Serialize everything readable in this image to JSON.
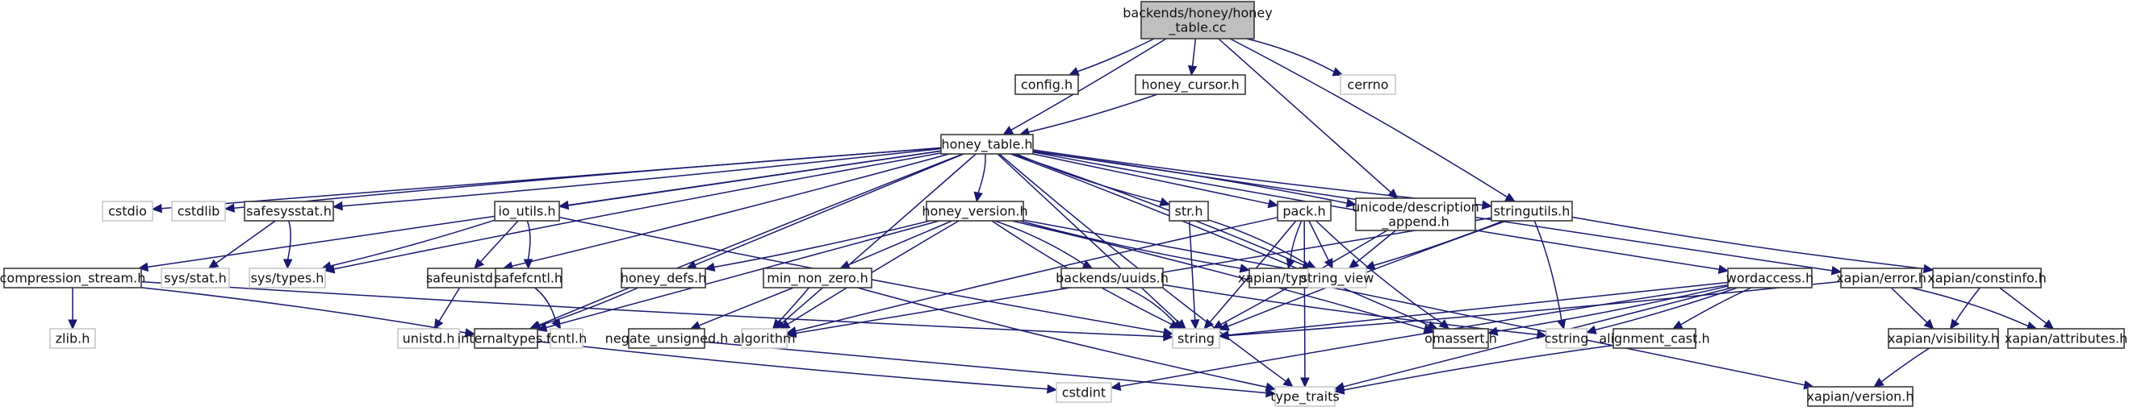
{
  "title": "backends/honey/honey_table.cc",
  "colors": {
    "edge": "#191970",
    "local_border": "#3a3a3a",
    "system_border": "#c8c8c8",
    "root_fill": "#bfbfbf"
  },
  "nodes": [
    {
      "id": "root",
      "label": [
        "backends/honey/honey",
        "_table.cc"
      ],
      "kind": "root"
    },
    {
      "id": "config",
      "label": [
        "config.h"
      ],
      "kind": "local"
    },
    {
      "id": "honey_cursor",
      "label": [
        "honey_cursor.h"
      ],
      "kind": "local"
    },
    {
      "id": "cerrno",
      "label": [
        "cerrno"
      ],
      "kind": "system"
    },
    {
      "id": "honey_table",
      "label": [
        "honey_table.h"
      ],
      "kind": "local"
    },
    {
      "id": "cstdio",
      "label": [
        "cstdio"
      ],
      "kind": "system"
    },
    {
      "id": "cstdlib",
      "label": [
        "cstdlib"
      ],
      "kind": "system"
    },
    {
      "id": "safesysstat",
      "label": [
        "safesysstat.h"
      ],
      "kind": "local"
    },
    {
      "id": "io_utils",
      "label": [
        "io_utils.h"
      ],
      "kind": "local"
    },
    {
      "id": "honey_version",
      "label": [
        "honey_version.h"
      ],
      "kind": "local"
    },
    {
      "id": "str",
      "label": [
        "str.h"
      ],
      "kind": "local"
    },
    {
      "id": "pack",
      "label": [
        "pack.h"
      ],
      "kind": "local"
    },
    {
      "id": "unicode_desc",
      "label": [
        "unicode/description",
        "_append.h"
      ],
      "kind": "local"
    },
    {
      "id": "stringutils",
      "label": [
        "stringutils.h"
      ],
      "kind": "local"
    },
    {
      "id": "compression_stream",
      "label": [
        "compression_stream.h"
      ],
      "kind": "local"
    },
    {
      "id": "sys_stat",
      "label": [
        "sys/stat.h"
      ],
      "kind": "system"
    },
    {
      "id": "sys_types",
      "label": [
        "sys/types.h"
      ],
      "kind": "system"
    },
    {
      "id": "safeunistd",
      "label": [
        "safeunistd.h"
      ],
      "kind": "local"
    },
    {
      "id": "safefcntl",
      "label": [
        "safefcntl.h"
      ],
      "kind": "local"
    },
    {
      "id": "honey_defs",
      "label": [
        "honey_defs.h"
      ],
      "kind": "local"
    },
    {
      "id": "min_non_zero",
      "label": [
        "min_non_zero.h"
      ],
      "kind": "local"
    },
    {
      "id": "backends_uuids",
      "label": [
        "backends/uuids.h"
      ],
      "kind": "local"
    },
    {
      "id": "xapian_types",
      "label": [
        "xapian/types.h"
      ],
      "kind": "local"
    },
    {
      "id": "string_view",
      "label": [
        "string_view"
      ],
      "kind": "system"
    },
    {
      "id": "wordaccess",
      "label": [
        "wordaccess.h"
      ],
      "kind": "local"
    },
    {
      "id": "xapian_error",
      "label": [
        "xapian/error.h"
      ],
      "kind": "local"
    },
    {
      "id": "xapian_constinfo",
      "label": [
        "xapian/constinfo.h"
      ],
      "kind": "local"
    },
    {
      "id": "zlib",
      "label": [
        "zlib.h"
      ],
      "kind": "system"
    },
    {
      "id": "unistd",
      "label": [
        "unistd.h"
      ],
      "kind": "system"
    },
    {
      "id": "internaltypes",
      "label": [
        "internaltypes.h"
      ],
      "kind": "local"
    },
    {
      "id": "fcntl",
      "label": [
        "fcntl.h"
      ],
      "kind": "system"
    },
    {
      "id": "negate_unsigned",
      "label": [
        "negate_unsigned.h"
      ],
      "kind": "local"
    },
    {
      "id": "algorithm",
      "label": [
        "algorithm"
      ],
      "kind": "system"
    },
    {
      "id": "string",
      "label": [
        "string"
      ],
      "kind": "system"
    },
    {
      "id": "omassert",
      "label": [
        "omassert.h"
      ],
      "kind": "local"
    },
    {
      "id": "cstring",
      "label": [
        "cstring"
      ],
      "kind": "system"
    },
    {
      "id": "alignment_cast",
      "label": [
        "alignment_cast.h"
      ],
      "kind": "local"
    },
    {
      "id": "xapian_visibility",
      "label": [
        "xapian/visibility.h"
      ],
      "kind": "local"
    },
    {
      "id": "xapian_attributes",
      "label": [
        "xapian/attributes.h"
      ],
      "kind": "local"
    },
    {
      "id": "cstdint",
      "label": [
        "cstdint"
      ],
      "kind": "system"
    },
    {
      "id": "type_traits",
      "label": [
        "type_traits"
      ],
      "kind": "system"
    },
    {
      "id": "xapian_version",
      "label": [
        "xapian/version.h"
      ],
      "kind": "local"
    }
  ],
  "edges": [
    [
      "root",
      "config"
    ],
    [
      "root",
      "honey_cursor"
    ],
    [
      "root",
      "cerrno"
    ],
    [
      "root",
      "honey_table"
    ],
    [
      "root",
      "unicode_desc"
    ],
    [
      "root",
      "stringutils"
    ],
    [
      "honey_cursor",
      "honey_table"
    ],
    [
      "honey_table",
      "cstdio"
    ],
    [
      "honey_table",
      "cstdlib"
    ],
    [
      "honey_table",
      "safesysstat"
    ],
    [
      "honey_table",
      "io_utils"
    ],
    [
      "honey_table",
      "honey_version"
    ],
    [
      "honey_table",
      "str"
    ],
    [
      "honey_table",
      "pack"
    ],
    [
      "honey_table",
      "unicode_desc"
    ],
    [
      "honey_table",
      "stringutils"
    ],
    [
      "honey_table",
      "compression_stream"
    ],
    [
      "honey_table",
      "sys_types"
    ],
    [
      "honey_table",
      "safeunistd"
    ],
    [
      "honey_table",
      "honey_defs"
    ],
    [
      "honey_table",
      "string_view"
    ],
    [
      "honey_table",
      "wordaccess"
    ],
    [
      "honey_table",
      "xapian_error"
    ],
    [
      "honey_table",
      "internaltypes"
    ],
    [
      "honey_table",
      "algorithm"
    ],
    [
      "honey_table",
      "string"
    ],
    [
      "honey_table",
      "omassert"
    ],
    [
      "honey_table",
      "type_traits"
    ],
    [
      "safesysstat",
      "sys_stat"
    ],
    [
      "safesysstat",
      "sys_types"
    ],
    [
      "io_utils",
      "sys_types"
    ],
    [
      "io_utils",
      "safeunistd"
    ],
    [
      "io_utils",
      "safefcntl"
    ],
    [
      "io_utils",
      "string"
    ],
    [
      "compression_stream",
      "zlib"
    ],
    [
      "compression_stream",
      "internaltypes"
    ],
    [
      "compression_stream",
      "string"
    ],
    [
      "safeunistd",
      "unistd"
    ],
    [
      "safefcntl",
      "fcntl"
    ],
    [
      "honey_version",
      "honey_defs"
    ],
    [
      "honey_version",
      "min_non_zero"
    ],
    [
      "honey_version",
      "backends_uuids"
    ],
    [
      "honey_version",
      "xapian_types"
    ],
    [
      "honey_version",
      "internaltypes"
    ],
    [
      "honey_version",
      "algorithm"
    ],
    [
      "honey_version",
      "string"
    ],
    [
      "honey_version",
      "string_view"
    ],
    [
      "honey_version",
      "omassert"
    ],
    [
      "honey_defs",
      "internaltypes"
    ],
    [
      "min_non_zero",
      "negate_unsigned"
    ],
    [
      "min_non_zero",
      "algorithm"
    ],
    [
      "min_non_zero",
      "type_traits"
    ],
    [
      "negate_unsigned",
      "type_traits"
    ],
    [
      "backends_uuids",
      "string"
    ],
    [
      "backends_uuids",
      "cstring"
    ],
    [
      "str",
      "string"
    ],
    [
      "str",
      "string_view"
    ],
    [
      "pack",
      "xapian_types"
    ],
    [
      "pack",
      "string_view"
    ],
    [
      "pack",
      "string"
    ],
    [
      "pack",
      "omassert"
    ],
    [
      "pack",
      "type_traits"
    ],
    [
      "pack",
      "algorithm"
    ],
    [
      "unicode_desc",
      "string"
    ],
    [
      "unicode_desc",
      "string_view"
    ],
    [
      "stringutils",
      "string"
    ],
    [
      "stringutils",
      "string_view"
    ],
    [
      "stringutils",
      "algorithm"
    ],
    [
      "stringutils",
      "cstring"
    ],
    [
      "stringutils",
      "xapian_constinfo"
    ],
    [
      "xapian_types",
      "xapian_version"
    ],
    [
      "wordaccess",
      "cstdint"
    ],
    [
      "wordaccess",
      "cstring"
    ],
    [
      "wordaccess",
      "type_traits"
    ],
    [
      "wordaccess",
      "alignment_cast"
    ],
    [
      "wordaccess",
      "omassert"
    ],
    [
      "wordaccess",
      "string"
    ],
    [
      "alignment_cast",
      "type_traits"
    ],
    [
      "xapian_error",
      "string"
    ],
    [
      "xapian_error",
      "xapian_visibility"
    ],
    [
      "xapian_error",
      "xapian_attributes"
    ],
    [
      "xapian_constinfo",
      "xapian_visibility"
    ],
    [
      "xapian_constinfo",
      "xapian_attributes"
    ],
    [
      "xapian_visibility",
      "xapian_version"
    ],
    [
      "internaltypes",
      "cstdint"
    ]
  ]
}
